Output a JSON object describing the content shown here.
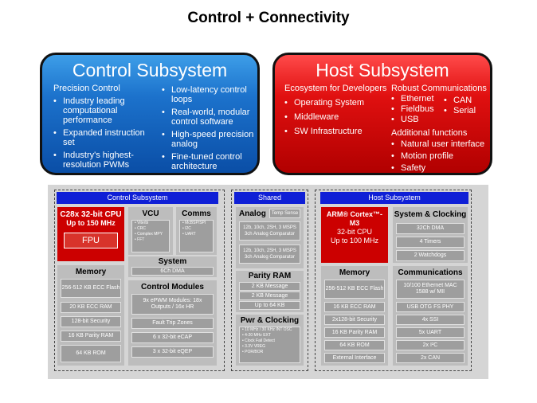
{
  "title": "Control + Connectivity",
  "control_panel": {
    "title": "Control Subsystem",
    "subtitle": "Precision Control",
    "left_items": [
      "Industry leading computational performance",
      "Expanded instruction  set",
      "Industry's highest-resolution PWMs"
    ],
    "right_items": [
      "Low-latency control loops",
      "Real-world, modular control software",
      "High-speed precision analog",
      "Fine-tuned control architecture"
    ]
  },
  "host_panel": {
    "title": "Host Subsystem",
    "subtitle_left": "Ecosystem for Developers",
    "left_items": [
      "Operating System",
      "Middleware",
      "SW Infrastructure"
    ],
    "subtitle_right": "Robust Communications",
    "comm_col1": [
      "Ethernet",
      "Fieldbus",
      "USB"
    ],
    "comm_col2": [
      "CAN",
      "Serial"
    ],
    "subtitle_fn": "Additional functions",
    "fn_items": [
      "Natural  user interface",
      "Motion profile",
      "Safety"
    ]
  },
  "diagram": {
    "control": {
      "header": "Control Subsystem",
      "cpu_line1": "C28x 32-bit CPU",
      "cpu_line2": "Up to 150 MHz",
      "fpu": "FPU",
      "vcu_title": "VCU",
      "vcu_items": [
        "• Viterbi",
        "• CRC",
        "• Complex  MPY",
        "• FFT"
      ],
      "comms_title": "Comms",
      "comms_items": [
        "• McBSP/SPI",
        "• I2C",
        "• UART"
      ],
      "system_title": "System",
      "system_item": "6Ch DMA",
      "memory_title": "Memory",
      "memory_items": [
        "256-512 KB ECC Flash",
        "20 KB ECC RAM",
        "128-bit Security",
        "16 KB Parity RAM",
        "64 KB ROM"
      ],
      "modules_title": "Control Modules",
      "modules_items": [
        "9x ePWM Modules: 18x Outputs / 16x HR",
        "Fault Trip Zones",
        "6 x 32-bit eCAP",
        "3 x 32-bit eQEP"
      ]
    },
    "shared": {
      "header": "Shared",
      "analog_title": "Analog",
      "temp_sense": "Temp Sense",
      "analog_items": [
        "12b, 10ch, 2SH, 3 MSPS 3ch Analog Comparator",
        "12b, 10ch, 2SH, 3 MSPS 3ch Analog Comparator"
      ],
      "parity_title": "Parity RAM",
      "parity_items": [
        "2 KB Message",
        "2 KB Message",
        "Up to 64 KB"
      ],
      "pwr_title": "Pwr & Clocking",
      "pwr_items": [
        "• 10 MHz / 30 KHz INT OSC",
        "• 4-20 MHz EXT",
        "• Clock Fail Detect",
        "• 3.3V VREG",
        "• POR/BOR"
      ]
    },
    "host": {
      "header": "Host Subsystem",
      "cpu_line1": "ARM® Cortex™-M3",
      "cpu_line2": "32-bit CPU",
      "cpu_line3": "Up to 100 MHz",
      "sys_title": "System & Clocking",
      "sys_items": [
        "32Ch DMA",
        "4 Timers",
        "2 Watchdogs"
      ],
      "memory_title": "Memory",
      "memory_items": [
        "256-512 KB ECC Flash",
        "16 KB ECC RAM",
        "2x128-bit Security",
        "16 KB Parity RAM",
        "64 KB ROM",
        "External Interface"
      ],
      "comm_title": "Communications",
      "comm_items": [
        "10/100 Ethernet  MAC 1588 w/ MII",
        "USB OTG FS PHY",
        "4x SSI",
        "5x UART",
        "2x I²C",
        "2x CAN"
      ]
    }
  }
}
